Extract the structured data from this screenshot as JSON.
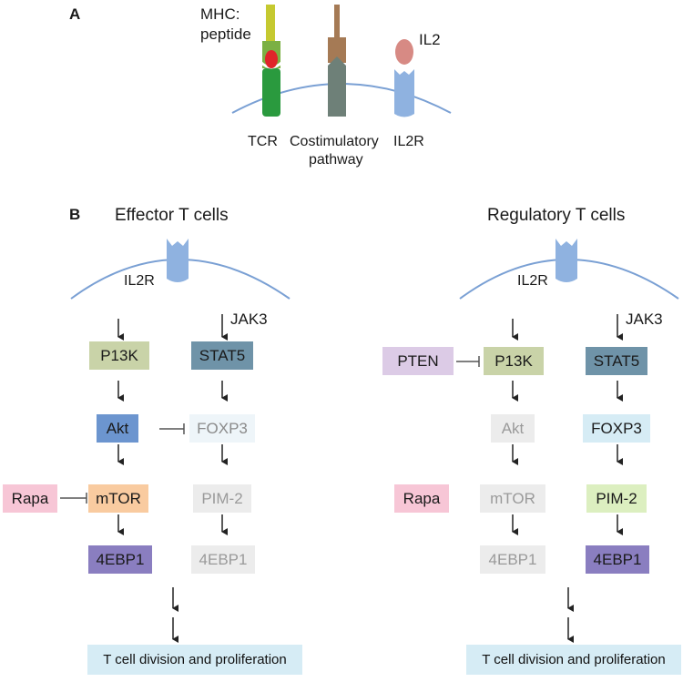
{
  "panelA": {
    "label": "A",
    "mhc_label_line1": "MHC:",
    "mhc_label_line2": "peptide",
    "il2_label": "IL2",
    "tcr_label": "TCR",
    "costim_label_line1": "Costimulatory",
    "costim_label_line2": "pathway",
    "il2r_label": "IL2R"
  },
  "panelB": {
    "label": "B",
    "effector": {
      "title": "Effector T cells",
      "il2r": "IL2R",
      "jak3": "JAK3",
      "pi3k": "P13K",
      "stat5": "STAT5",
      "akt": "Akt",
      "foxp3": "FOXP3",
      "rapa": "Rapa",
      "mtor": "mTOR",
      "pim2": "PIM-2",
      "ebp1_left": "4EBP1",
      "ebp1_right": "4EBP1",
      "result": "T cell division and proliferation"
    },
    "regulatory": {
      "title": "Regulatory T cells",
      "il2r": "IL2R",
      "jak3": "JAK3",
      "pten": "PTEN",
      "pi3k": "P13K",
      "stat5": "STAT5",
      "akt": "Akt",
      "foxp3": "FOXP3",
      "rapa": "Rapa",
      "mtor": "mTOR",
      "pim2": "PIM-2",
      "ebp1_left": "4EBP1",
      "ebp1_right": "4EBP1",
      "result": "T cell division and proliferation"
    }
  },
  "colors": {
    "pi3k": "#c9d3a8",
    "stat5": "#6f93a8",
    "akt_active": "#6c95cf",
    "foxp3_faded": "#eef5f9",
    "foxp3_active": "#d6ecf5",
    "rapa": "#f7c6d6",
    "mtor_active": "#f9cba0",
    "pim2_faded": "#ececec",
    "pim2_active": "#dcefc0",
    "ebp1_active": "#8a7ec0",
    "faded": "#ececec",
    "pten": "#dccbe6",
    "membrane": "#7aa0d4",
    "receptor": "#8fb2e0",
    "result": "#d6ecf5"
  }
}
